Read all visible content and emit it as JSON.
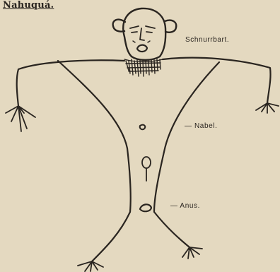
{
  "title": "Nahuquá.",
  "labels": {
    "schnurrbart": "Schnurrbart.",
    "nabel": "— Nabel.",
    "anus": "— Anus."
  },
  "colors": {
    "paper": "#e4d9c0",
    "ink": "#2a2520"
  }
}
